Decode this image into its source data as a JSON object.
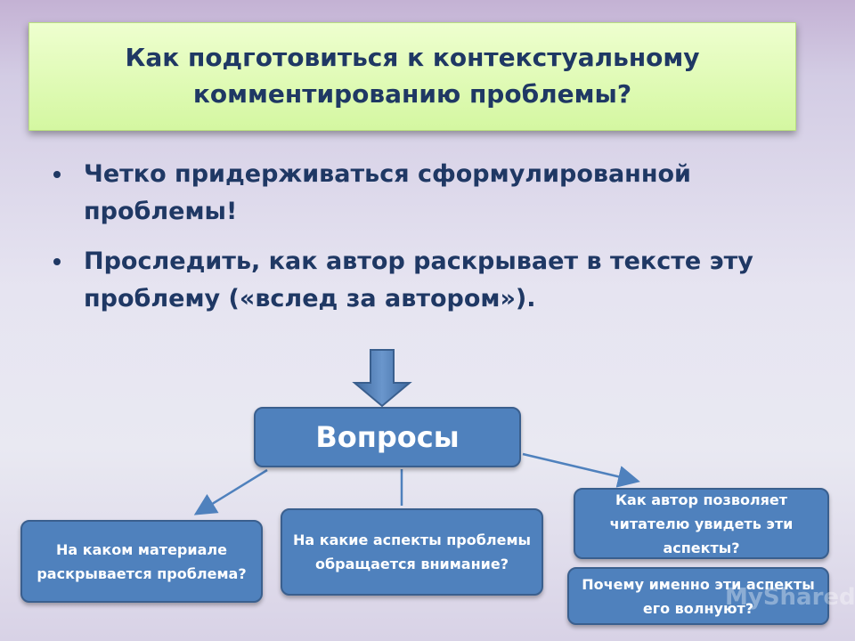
{
  "title": "Как подготовиться к контекстуальному комментированию проблемы?",
  "bullets": [
    "Четко придерживаться сформулированной проблемы!",
    "Проследить, как автор раскрывает в тексте эту проблему («вслед за автором»)."
  ],
  "diagram": {
    "center": "Вопросы",
    "questions": [
      "На каком материале раскрывается проблема?",
      "На какие аспекты проблемы обращается внимание?",
      "Как автор позволяет читателю увидеть эти аспекты?",
      "Почему именно эти аспекты его волнуют?"
    ]
  },
  "colors": {
    "title_bg": "#d4f7a1",
    "title_text": "#1f3864",
    "box_fill": "#4f81bd",
    "arrow": "#4f81bd"
  },
  "watermark": "MyShared"
}
